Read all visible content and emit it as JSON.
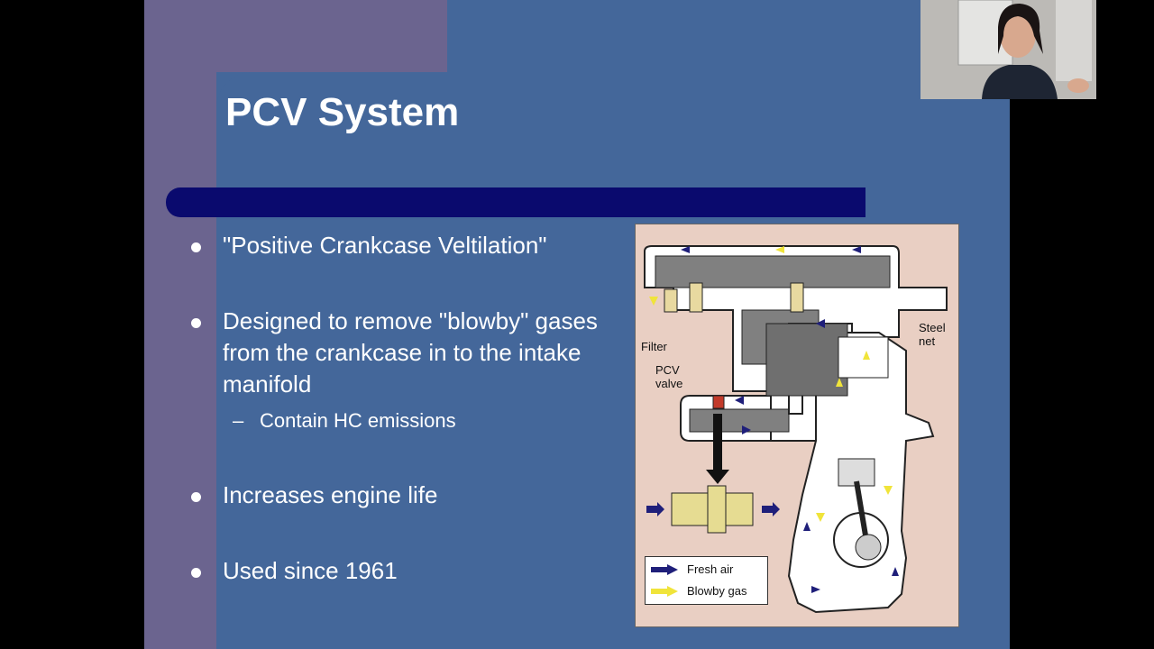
{
  "slide": {
    "title": "PCV System",
    "bullets": [
      {
        "text": "\"Positive Crankcase Veltilation\""
      },
      {
        "text": "Designed to remove \"blowby\" gases from the crankcase in to the intake manifold"
      },
      {
        "text": "Increases engine life"
      },
      {
        "text": "Used since 1961"
      }
    ],
    "sub_bullets": [
      {
        "marker": "–",
        "text": "Contain HC emissions"
      }
    ]
  },
  "diagram": {
    "labels": {
      "filter": "Filter",
      "pcv_valve": "PCV\nvalve",
      "steel_net": "Steel\nnet"
    },
    "legend": [
      {
        "label": "Fresh air",
        "color": "#1f1f7a"
      },
      {
        "label": "Blowby gas",
        "color": "#f0e43a"
      }
    ]
  },
  "colors": {
    "slide_bg": "#44679a",
    "accent_band": "#6b648f",
    "title_bar": "#0a0a6e",
    "diagram_bg": "#e9cfc3"
  }
}
